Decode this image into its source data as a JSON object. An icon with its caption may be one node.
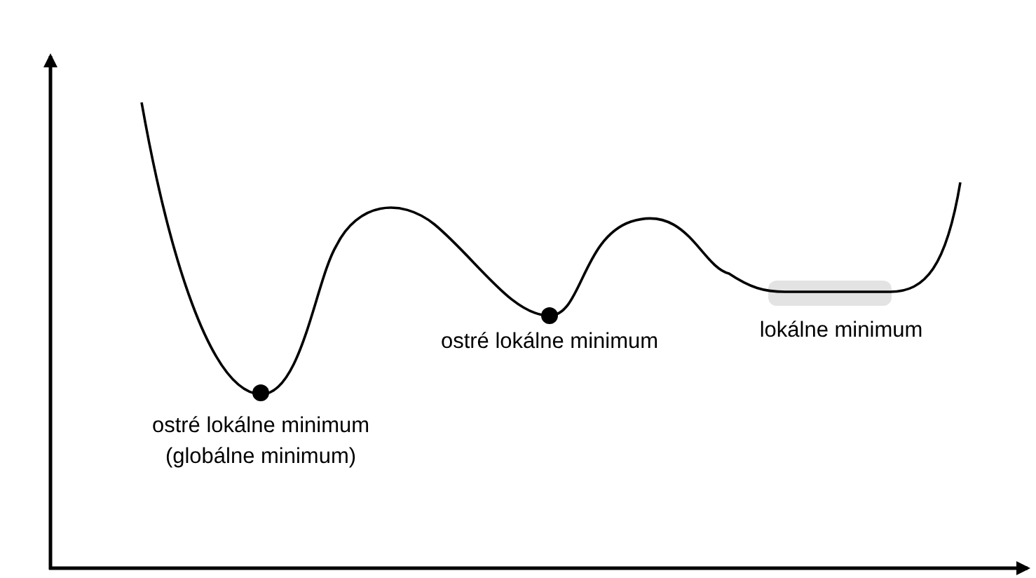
{
  "diagram": {
    "labels": [
      "ostré lokálne minimum (globálne minimum)",
      "ostré lokálne minimum",
      "lokálne minimum"
    ]
  }
}
